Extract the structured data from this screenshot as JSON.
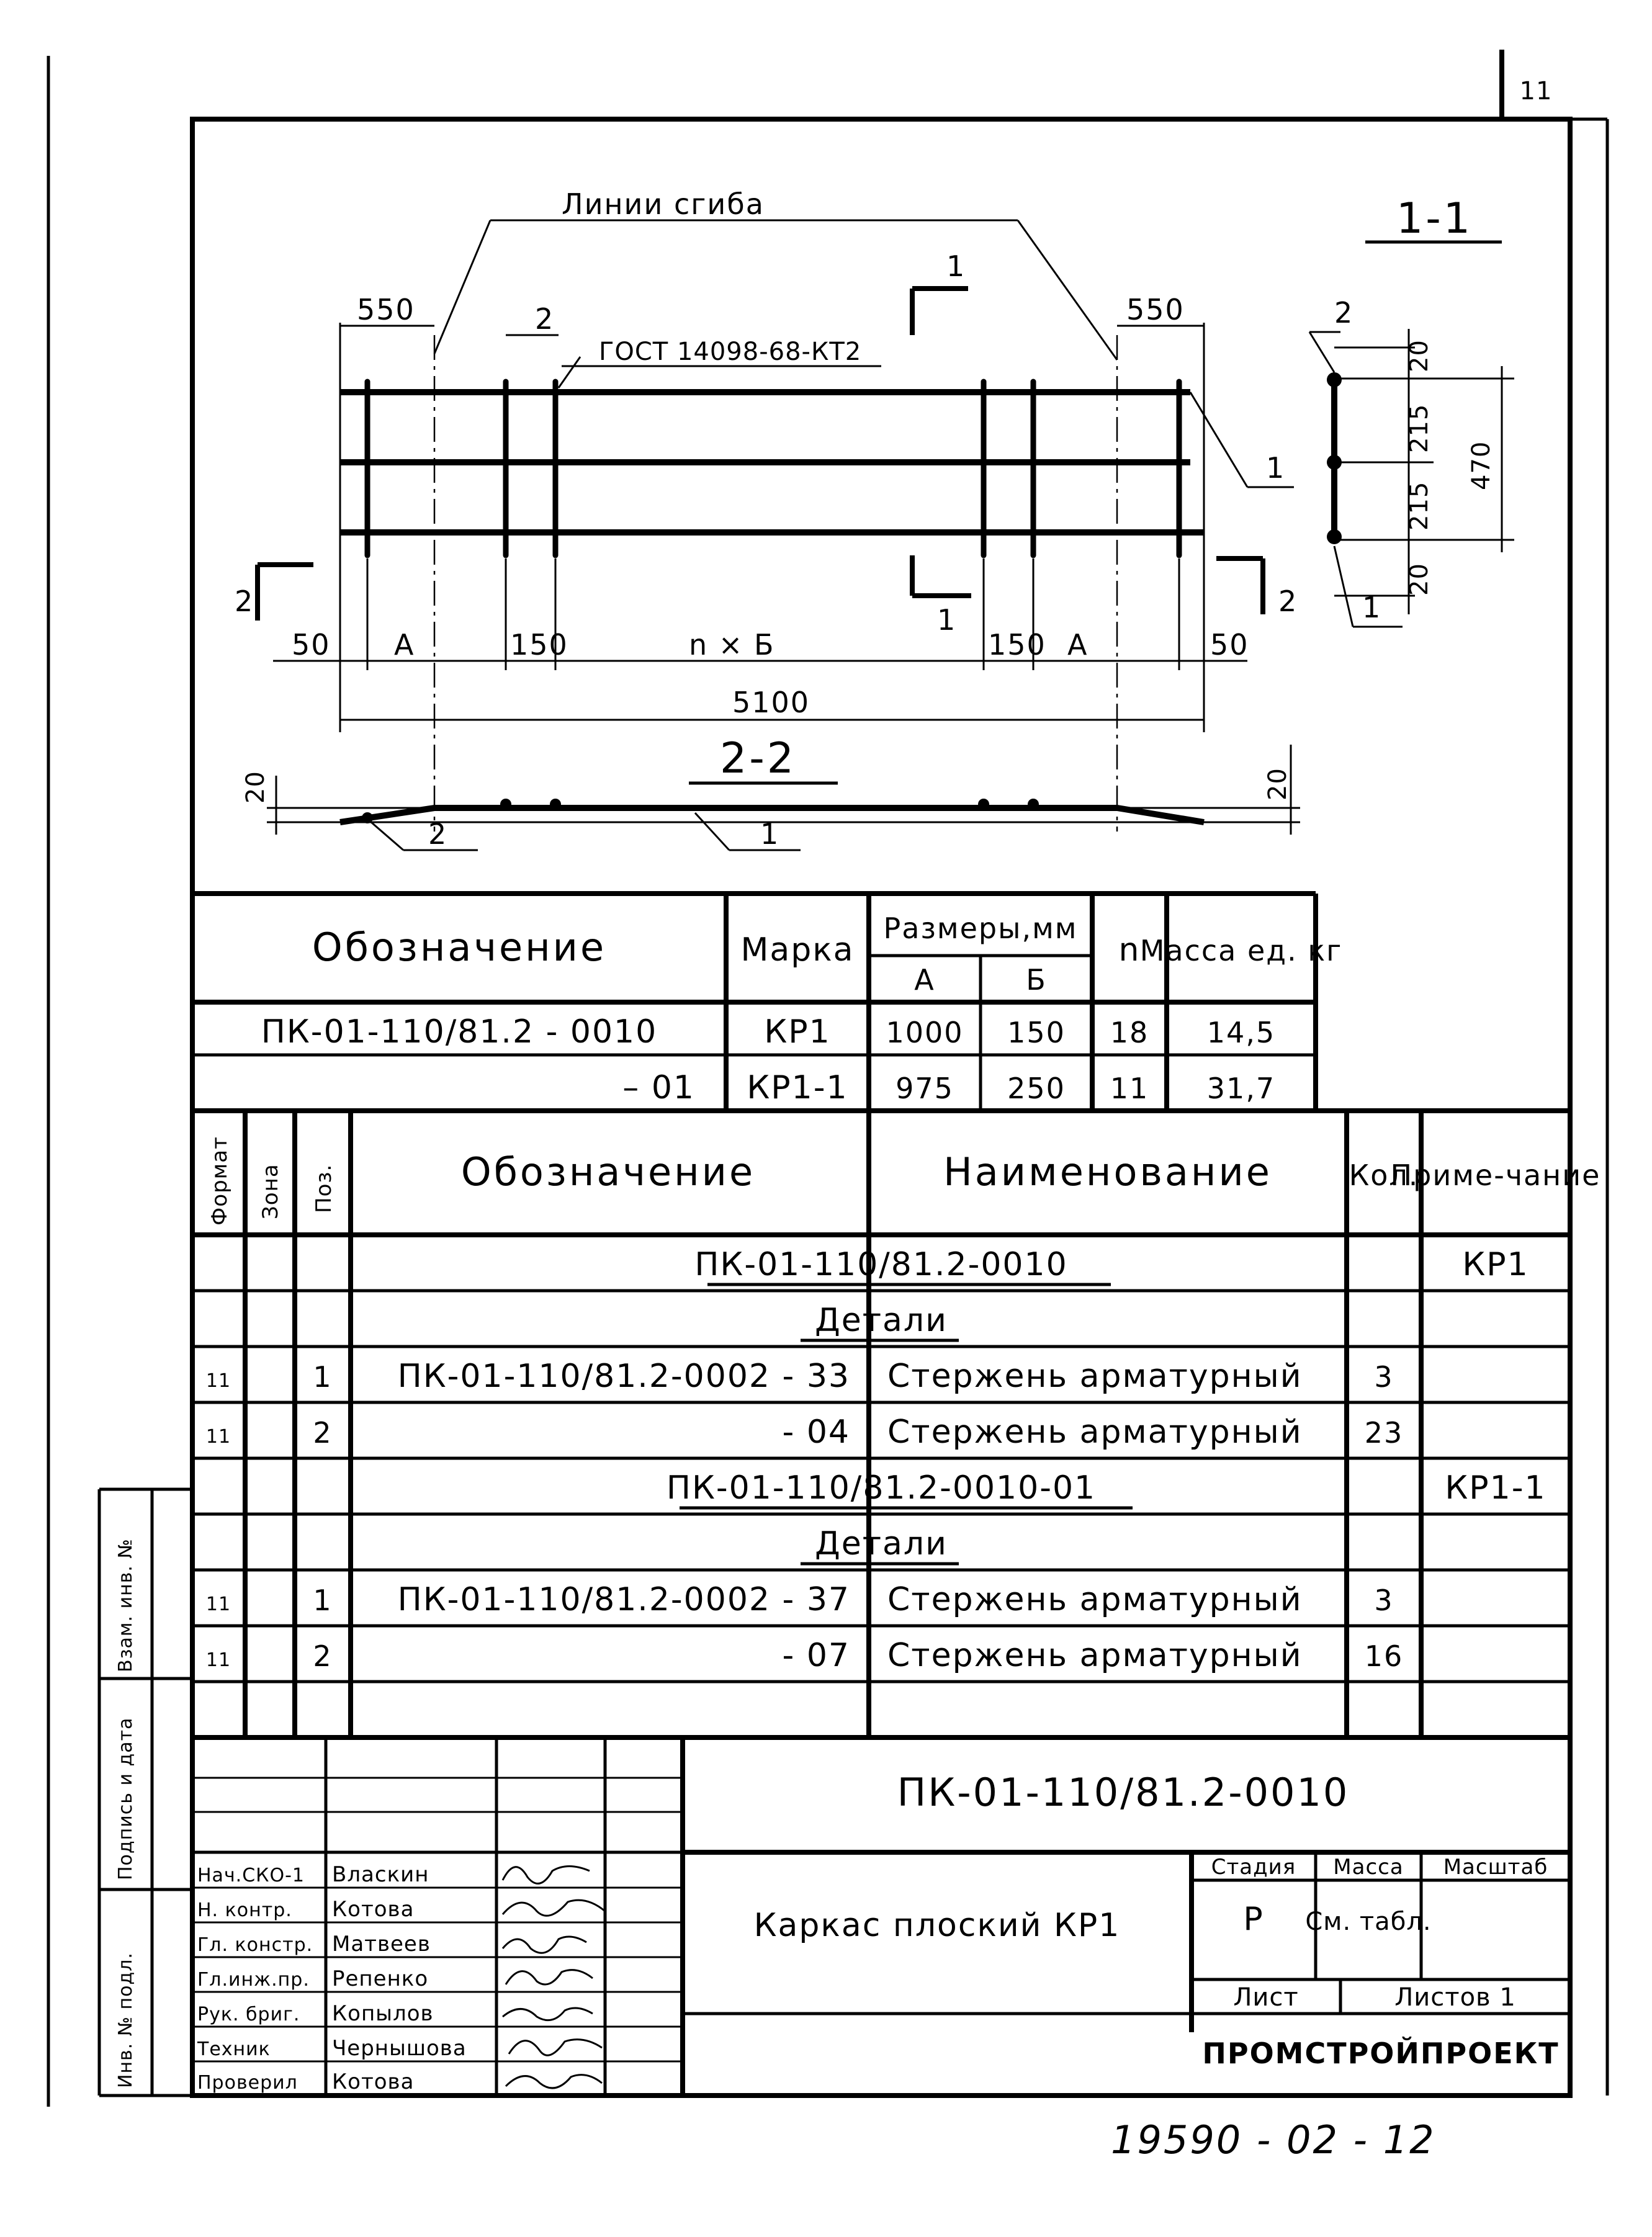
{
  "page_number": "11",
  "drawing": {
    "bend_lines_label": "Линии сгиба",
    "section_1_1": "1-1",
    "section_2_2": "2-2",
    "gost_label": "ГОСТ 14098-68-КТ2",
    "section_cut_mark": "1",
    "section_cut_mark_2": "2",
    "pos_1": "1",
    "pos_2": "2",
    "dim_550": "550",
    "dim_50": "50",
    "dim_150": "150",
    "dim_a": "А",
    "dim_nb": "n × Б",
    "dim_5100": "5100",
    "dim_20": "20",
    "dim_215": "215",
    "dim_470": "470"
  },
  "mark_table": {
    "headers": {
      "designation": "Обозначение",
      "mark": "Марка",
      "sizes": "Размеры,мм",
      "size_a": "А",
      "size_b": "Б",
      "n": "n",
      "mass": "Масса ед. кг"
    },
    "rows": [
      {
        "designation": "ПК-01-110/81.2 - 0010",
        "mark": "КР1",
        "a": "1000",
        "b": "150",
        "n": "18",
        "mass": "14,5"
      },
      {
        "designation": "– 01",
        "mark": "КР1-1",
        "a": "975",
        "b": "250",
        "n": "11",
        "mass": "31,7"
      }
    ]
  },
  "spec_table": {
    "headers": {
      "format": "Формат",
      "zone": "Зона",
      "pos": "Поз.",
      "designation": "Обозначение",
      "name": "Наименование",
      "qty": "Кол.",
      "note": "Приме-чание"
    },
    "group1_title": "ПК-01-110/81.2-0010",
    "group1_note": "КР1",
    "group2_title": "ПК-01-110/81.2-0010-01",
    "group2_note": "КР1-1",
    "section_details": "Детали",
    "rows": [
      {
        "format": "11",
        "pos": "1",
        "designation": "ПК-01-110/81.2-0002 - 33",
        "name": "Стержень арматурный",
        "qty": "3"
      },
      {
        "format": "11",
        "pos": "2",
        "designation": "- 04",
        "name": "Стержень арматурный",
        "qty": "23"
      },
      {
        "format": "11",
        "pos": "1",
        "designation": "ПК-01-110/81.2-0002 - 37",
        "name": "Стержень арматурный",
        "qty": "3"
      },
      {
        "format": "11",
        "pos": "2",
        "designation": "- 07",
        "name": "Стержень арматурный",
        "qty": "16"
      }
    ]
  },
  "title_block": {
    "doc_number": "ПК-01-110/81.2-0010",
    "title": "Каркас плоский КР1",
    "stage_label": "Стадия",
    "mass_label": "Масса",
    "scale_label": "Масштаб",
    "stage_value": "Р",
    "mass_value": "См. табл.",
    "sheet_label": "Лист",
    "sheets_label": "Листов 1",
    "org": "ПРОМСТРОЙПРОЕКТ",
    "signers": [
      {
        "role": "Нач.СКО-1",
        "name": "Власкин"
      },
      {
        "role": "Н. контр.",
        "name": "Котова"
      },
      {
        "role": "Гл. констр.",
        "name": "Матвеев"
      },
      {
        "role": "Гл.инж.пр.",
        "name": "Репенко"
      },
      {
        "role": "Рук. бриг.",
        "name": "Копылов"
      },
      {
        "role": "Техник",
        "name": "Чернышова"
      },
      {
        "role": "Проверил",
        "name": "Котова"
      }
    ]
  },
  "side_stamp": {
    "inv_podl": "Инв. № подл.",
    "podpis_data": "Подпись и дата",
    "vzam_inv": "Взам. инв. №"
  },
  "bottom_code": "19590 - 02 - 12"
}
